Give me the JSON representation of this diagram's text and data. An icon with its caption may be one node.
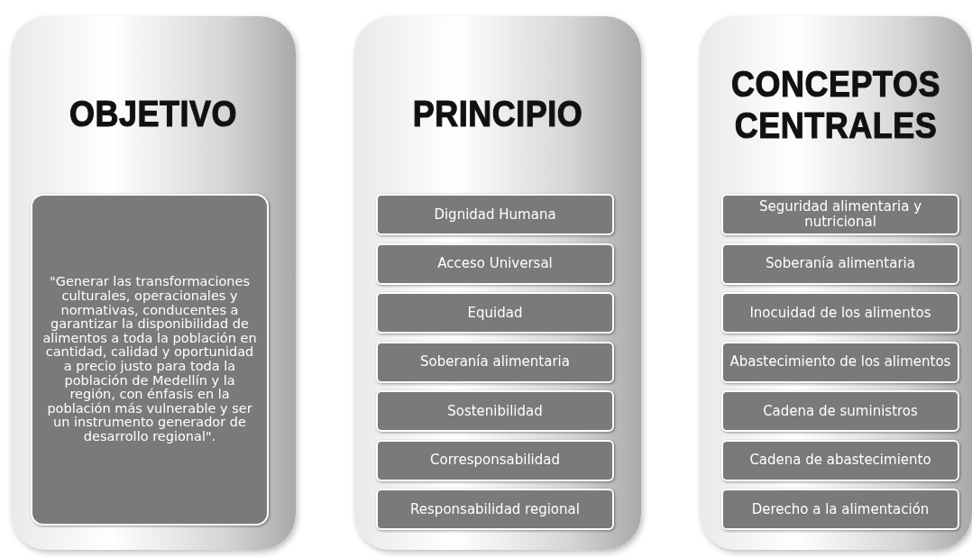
{
  "diagram": {
    "nodes": [
      {
        "text": [
          "OBJETIVO"
        ]
      },
      {
        "text": [
          "\"Generar las transformaciones culturales, operacionales y normativas, conducentes a garantizar la disponibilidad de alimentos a toda la población en cantidad, calidad y oportunidad a precio justo para toda la población de Medellín y la región, con énfasis en la población más vulnerable y ser un instrumento generador de desarrollo regional\"."
        ],
        "in": 0
      },
      {
        "text": [
          "PRINCIPIO"
        ]
      },
      {
        "text": [
          "Dignidad Humana"
        ],
        "in": 2
      },
      {
        "text": [
          "Acceso Universal"
        ],
        "in": 2
      },
      {
        "text": [
          "Equidad"
        ],
        "in": 2
      },
      {
        "text": [
          "Soberanía alimentaria"
        ],
        "in": 2
      },
      {
        "text": [
          "Sostenibilidad"
        ],
        "in": 2
      },
      {
        "text": [
          "Corresponsabilidad"
        ],
        "in": 2
      },
      {
        "text": [
          "Responsabilidad regional"
        ],
        "in": 2
      },
      {
        "text": [
          "CONCEPTOS CENTRALES"
        ]
      },
      {
        "text": [
          "Seguridad alimentaria y nutricional"
        ],
        "in": 10
      },
      {
        "text": [
          "Soberanía alimentaria"
        ],
        "in": 10
      },
      {
        "text": [
          "Inocuidad de los alimentos"
        ],
        "in": 10
      },
      {
        "text": [
          "Abastecimiento de los alimentos"
        ],
        "in": 10
      },
      {
        "text": [
          "Cadena de suministros"
        ],
        "in": 10
      },
      {
        "text": [
          "Cadena de abastecimiento"
        ],
        "in": 10
      },
      {
        "text": [
          "Derecho a la alimentación"
        ],
        "in": 10
      }
    ]
  }
}
